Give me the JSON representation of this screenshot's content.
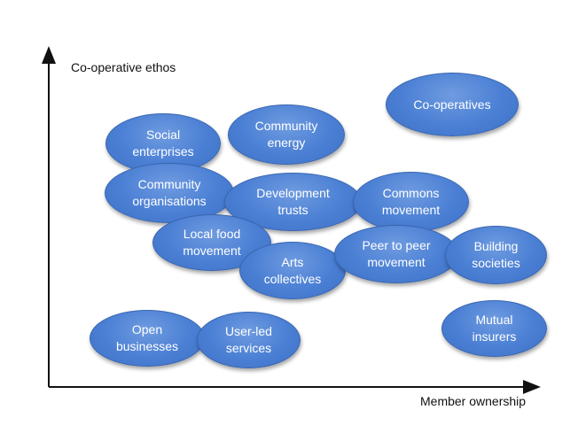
{
  "axes": {
    "y_label": "Co-operative ethos",
    "x_label": "Member ownership"
  },
  "colors": {
    "bubble_fill": "#4a7fd4",
    "bubble_border": "#3a66b0",
    "axis": "#111111"
  },
  "bubbles": [
    {
      "id": "co-operatives",
      "label": "Co-operatives"
    },
    {
      "id": "social-enterprises",
      "label": "Social\nenterprises"
    },
    {
      "id": "community-energy",
      "label": "Community\nenergy"
    },
    {
      "id": "community-organisations",
      "label": "Community\norganisations"
    },
    {
      "id": "development-trusts",
      "label": "Development\ntrusts"
    },
    {
      "id": "commons-movement",
      "label": "Commons\nmovement"
    },
    {
      "id": "local-food-movement",
      "label": "Local food\nmovement"
    },
    {
      "id": "arts-collectives",
      "label": "Arts\ncollectives"
    },
    {
      "id": "peer-to-peer-movement",
      "label": "Peer to peer\nmovement"
    },
    {
      "id": "building-societies",
      "label": "Building\nsocieties"
    },
    {
      "id": "mutual-insurers",
      "label": "Mutual\ninsurers"
    },
    {
      "id": "open-businesses",
      "label": "Open\nbusinesses"
    },
    {
      "id": "user-led-services",
      "label": "User-led\nservices"
    }
  ]
}
